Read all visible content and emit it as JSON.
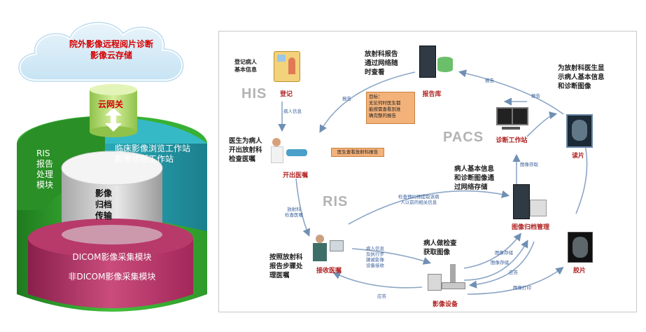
{
  "left": {
    "cloud_text": "院外影像远程阅片诊断\n影像云存储",
    "gateway": "云网关",
    "ris_module": "RIS\n报告\n处理\n模块",
    "workstation": "临床影像浏览工作站\n影像诊断工作站",
    "archive": "影像\n归档\n传输",
    "dicom": "DICOM影像采集模块",
    "non_dicom": "非DICOM影像采集模块"
  },
  "right": {
    "his": "HIS",
    "ris": "RIS",
    "pacs": "PACS",
    "nodes": {
      "register": "登记",
      "order": "开出医嘱",
      "receive": "接收医嘱",
      "device": "影像设备",
      "archive_mgmt": "图像归档管理",
      "report_db": "报告库",
      "diag_ws": "诊断工作站",
      "read": "读片",
      "film": "胶片"
    },
    "desc": {
      "register_info": "登记病人\n基本信息",
      "doctor_order": "医生为病人\n开出放射科\n检查医嘱",
      "report_network": "放射科报告\n通过网络随\n时查看",
      "radiologist": "为放射科医生显\n示病人基本信息\n和诊断图像",
      "basic_info": "病人基本信息\n和诊断图像通\n过网络存储",
      "process_order": "按照放射科\n报告步骤处\n理医嘱",
      "exam": "病人做检查\n获取图像"
    },
    "goal_box": "目标：\n无论何时医生都\n能按需查看到准\n确完整的报告",
    "doctor_view": "医生查看放射科报告",
    "arrows": {
      "patient_info": "病人信息",
      "report": "报告",
      "report2": "报告",
      "report3": "报告",
      "image_access": "图像存取",
      "radiology_order": "放射科\n检查医嘱",
      "prefetch": "检查预约预提取该病\n人以前的相关信息",
      "steps": "病人信息\n及执行步\n骤被影像\n设备接收",
      "image_store": "图像存储",
      "image_store2": "图像存储",
      "response": "应答",
      "response2": "应答",
      "image_print": "图像打印"
    }
  }
}
